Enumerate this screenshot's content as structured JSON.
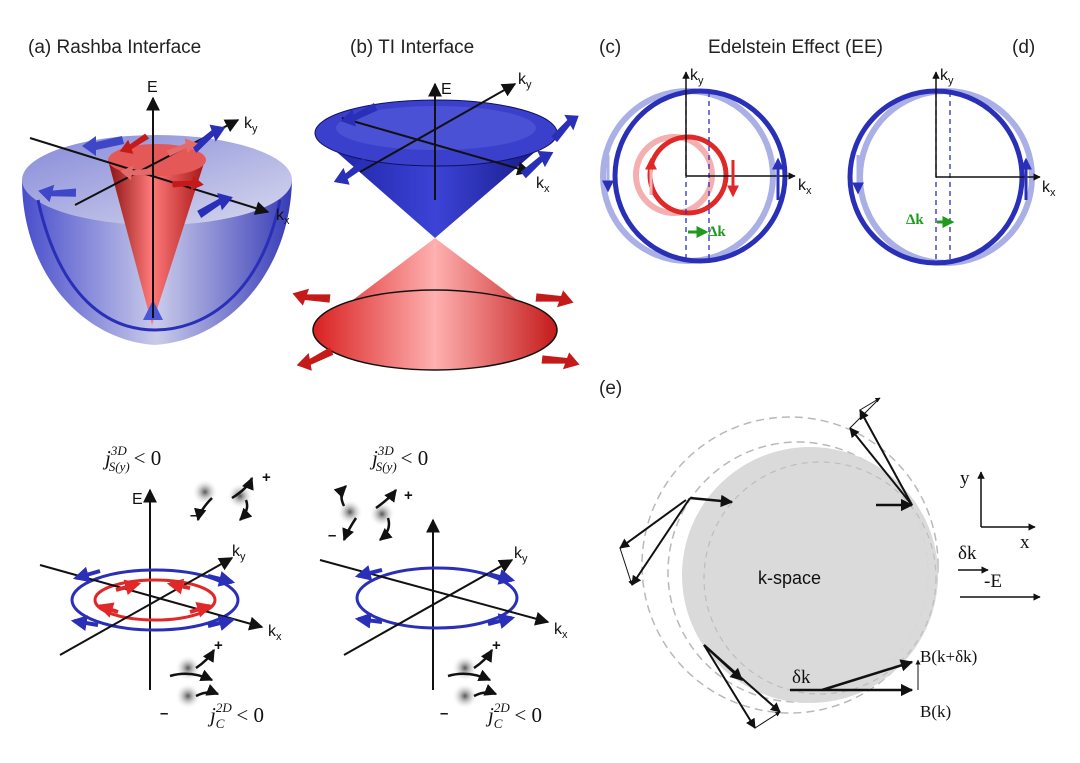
{
  "panels": {
    "a": {
      "title": "(a) Rashba Interface"
    },
    "b": {
      "title": "(b) TI Interface"
    },
    "c": {
      "label": "(c)"
    },
    "d": {
      "label": "(d)"
    },
    "e": {
      "label": "(e)"
    },
    "ee_title": "Edelstein Effect (EE)"
  },
  "axes": {
    "E": "E",
    "k": "k",
    "x": "x",
    "y": "y"
  },
  "currents": {
    "j": "j",
    "spin_sup": "3D",
    "spin_sub": "S(y)",
    "charge_sup": "2D",
    "charge_sub": "C",
    "lt0": "< 0",
    "plus": "+",
    "minus": "–"
  },
  "delta_k": "Δk",
  "panel_e": {
    "kspace": "k-space",
    "dk": "δk",
    "minusE": "-E",
    "B_k": "B(k)",
    "B_kdk": "B(k+δk)",
    "x": "x",
    "y": "y"
  },
  "colors": {
    "blue": "#2a2fb8",
    "red": "#e02828",
    "green": "#1f9a1f",
    "gray": "#d9d9d9"
  }
}
